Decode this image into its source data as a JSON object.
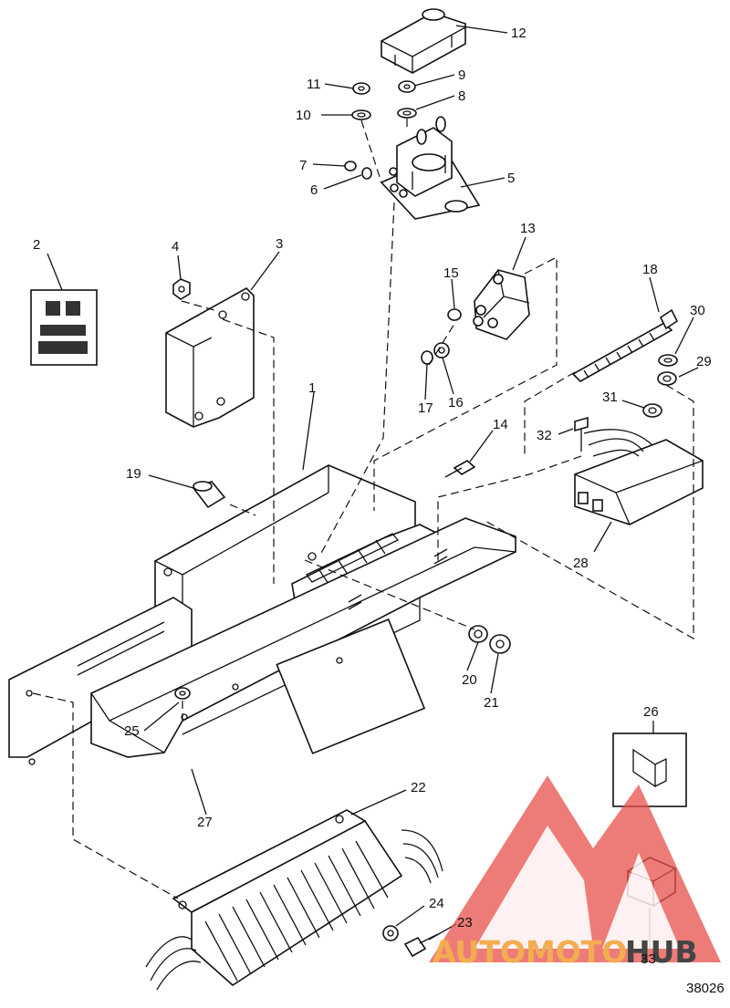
{
  "figure": {
    "number": "38026",
    "callouts": [
      {
        "id": "c1",
        "label": "1"
      },
      {
        "id": "c2",
        "label": "2"
      },
      {
        "id": "c3",
        "label": "3"
      },
      {
        "id": "c4",
        "label": "4"
      },
      {
        "id": "c5",
        "label": "5"
      },
      {
        "id": "c6",
        "label": "6"
      },
      {
        "id": "c7",
        "label": "7"
      },
      {
        "id": "c8",
        "label": "8"
      },
      {
        "id": "c9",
        "label": "9"
      },
      {
        "id": "c10",
        "label": "10"
      },
      {
        "id": "c11",
        "label": "11"
      },
      {
        "id": "c12",
        "label": "12"
      },
      {
        "id": "c13",
        "label": "13"
      },
      {
        "id": "c14",
        "label": "14"
      },
      {
        "id": "c15",
        "label": "15"
      },
      {
        "id": "c16",
        "label": "16"
      },
      {
        "id": "c17",
        "label": "17"
      },
      {
        "id": "c18",
        "label": "18"
      },
      {
        "id": "c19",
        "label": "19"
      },
      {
        "id": "c20",
        "label": "20"
      },
      {
        "id": "c21",
        "label": "21"
      },
      {
        "id": "c22",
        "label": "22"
      },
      {
        "id": "c23",
        "label": "23"
      },
      {
        "id": "c24",
        "label": "24"
      },
      {
        "id": "c25",
        "label": "25"
      },
      {
        "id": "c26",
        "label": "26"
      },
      {
        "id": "c27",
        "label": "27"
      },
      {
        "id": "c28",
        "label": "28"
      },
      {
        "id": "c29",
        "label": "29"
      },
      {
        "id": "c30",
        "label": "30"
      },
      {
        "id": "c31",
        "label": "31"
      },
      {
        "id": "c32",
        "label": "32"
      },
      {
        "id": "c33",
        "label": "33"
      }
    ]
  },
  "watermark": {
    "part1": "AUTOMOTO",
    "part2": "HUB",
    "colors": {
      "logo": "#e8504a",
      "text_orange": "#f2a23a",
      "text_dark": "#2b2b2b"
    }
  }
}
